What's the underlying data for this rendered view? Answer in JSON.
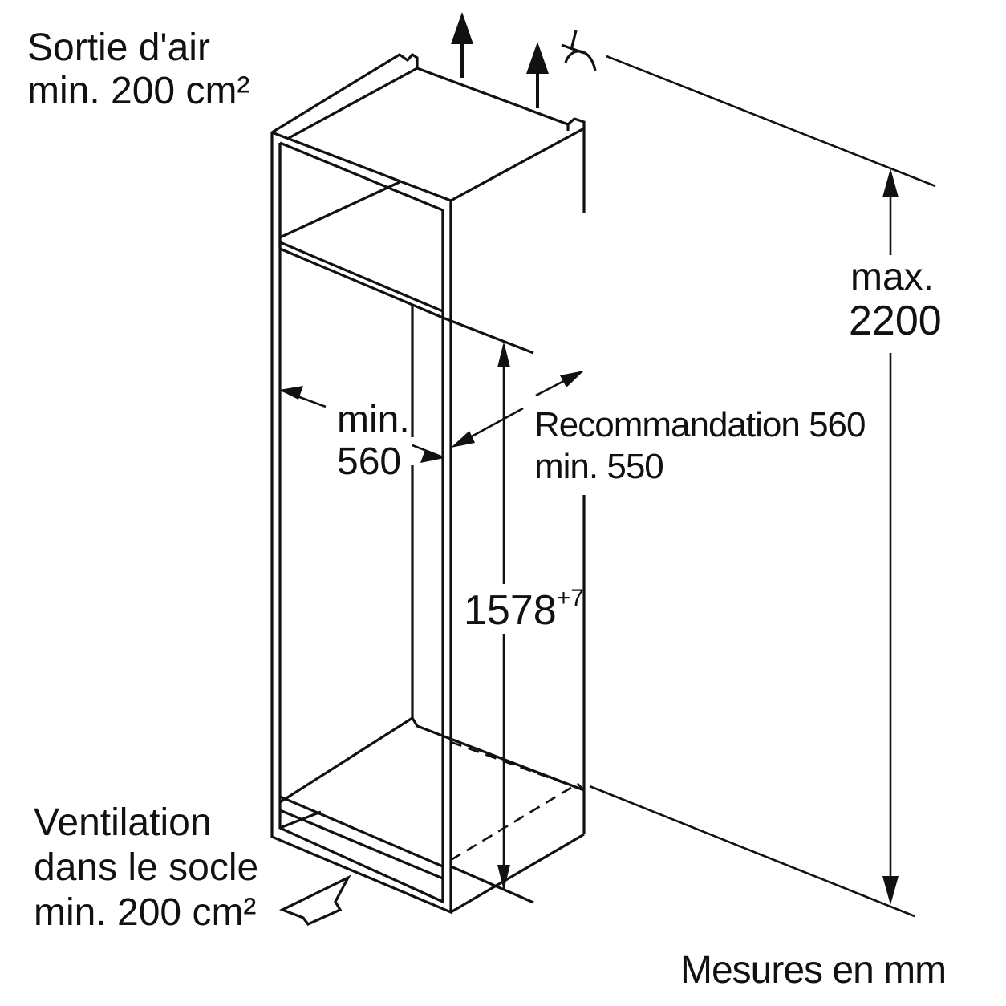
{
  "labels": {
    "air_outlet_line1": "Sortie d'air",
    "air_outlet_line2": "min. 200 cm²",
    "width_line1": "min.",
    "width_line2": "560",
    "depth_line1": "Recommandation 560",
    "depth_line2": "min. 550",
    "niche_height_value": "1578",
    "niche_height_tolerance": "+7",
    "max_height_line1": "max.",
    "max_height_line2": "2200",
    "plinth_line1": "Ventilation",
    "plinth_line2": "dans le socle",
    "plinth_line3": "min. 200 cm²",
    "units_note": "Mesures en mm"
  },
  "colors": {
    "line": "#111111",
    "background": "#ffffff"
  },
  "icons": [
    "air-outlet-arrow-icon",
    "air-inlet-arrow-icon",
    "ceiling-symbol-icon"
  ]
}
